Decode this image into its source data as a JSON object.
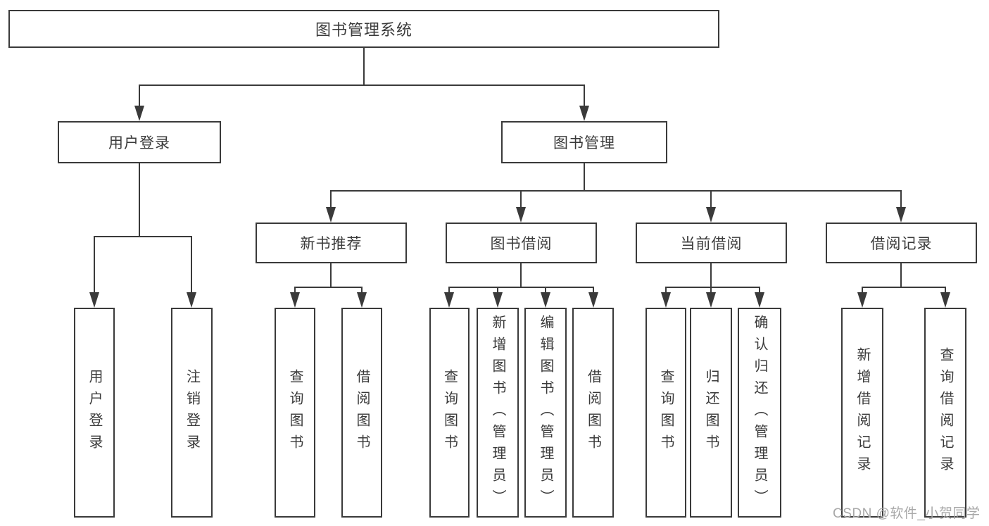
{
  "diagram": {
    "root": {
      "label": "图书管理系统"
    },
    "level2": [
      {
        "label": "用户登录"
      },
      {
        "label": "图书管理"
      }
    ],
    "level3": [
      {
        "label": "新书推荐"
      },
      {
        "label": "图书借阅"
      },
      {
        "label": "当前借阅"
      },
      {
        "label": "借阅记录"
      }
    ],
    "leaves": {
      "user_login": [
        {
          "label": "用户登录"
        },
        {
          "label": "注销登录"
        }
      ],
      "new_book_recommend": [
        {
          "label": "查询图书"
        },
        {
          "label": "借阅图书"
        }
      ],
      "book_borrow": [
        {
          "label": "查询图书"
        },
        {
          "label": "新增图书（管理员）"
        },
        {
          "label": "编辑图书（管理员）"
        },
        {
          "label": "借阅图书"
        }
      ],
      "current_borrow": [
        {
          "label": "查询图书"
        },
        {
          "label": "归还图书"
        },
        {
          "label": "确认归还（管理员）"
        }
      ],
      "borrow_record": [
        {
          "label": "新增借阅记录"
        },
        {
          "label": "查询借阅记录"
        }
      ]
    },
    "watermark": "CSDN @软件_小贺同学",
    "colors": {
      "line": "#3a3a3a",
      "border": "#3a3a3a",
      "text": "#3a3a3a",
      "watermark": "#a8a8a8",
      "background": "#ffffff"
    }
  }
}
